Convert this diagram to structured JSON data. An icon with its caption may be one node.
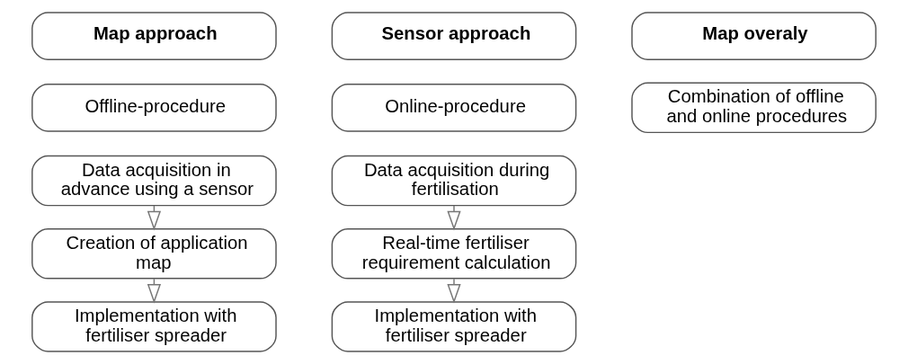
{
  "diagram": {
    "nodes": [
      {
        "text": [
          "Map approach"
        ]
      },
      {
        "text": [
          "Offline-procedure"
        ]
      },
      {
        "text": [
          "Data acquisition in advance using a sensor"
        ]
      },
      {
        "text": [
          "Creation of application map"
        ]
      },
      {
        "text": [
          "Implementation with fertiliser spreader"
        ]
      },
      {
        "text": [
          "Sensor approach"
        ]
      },
      {
        "text": [
          "Online-procedure"
        ]
      },
      {
        "text": [
          "Data acquisition during fertilisation"
        ]
      },
      {
        "text": [
          "Real-time fertiliser requirement calculation"
        ]
      },
      {
        "text": [
          "Implementation with fertiliser spreader"
        ]
      },
      {
        "text": [
          "Map overaly"
        ]
      },
      {
        "text": [
          "Combination of offline and online procedures"
        ]
      }
    ],
    "edges": [
      {
        "from": 2,
        "to": 3,
        "arrow": "to"
      },
      {
        "from": 3,
        "to": 4,
        "arrow": "to"
      },
      {
        "from": 7,
        "to": 8,
        "arrow": "to"
      },
      {
        "from": 8,
        "to": 9,
        "arrow": "to"
      }
    ]
  }
}
